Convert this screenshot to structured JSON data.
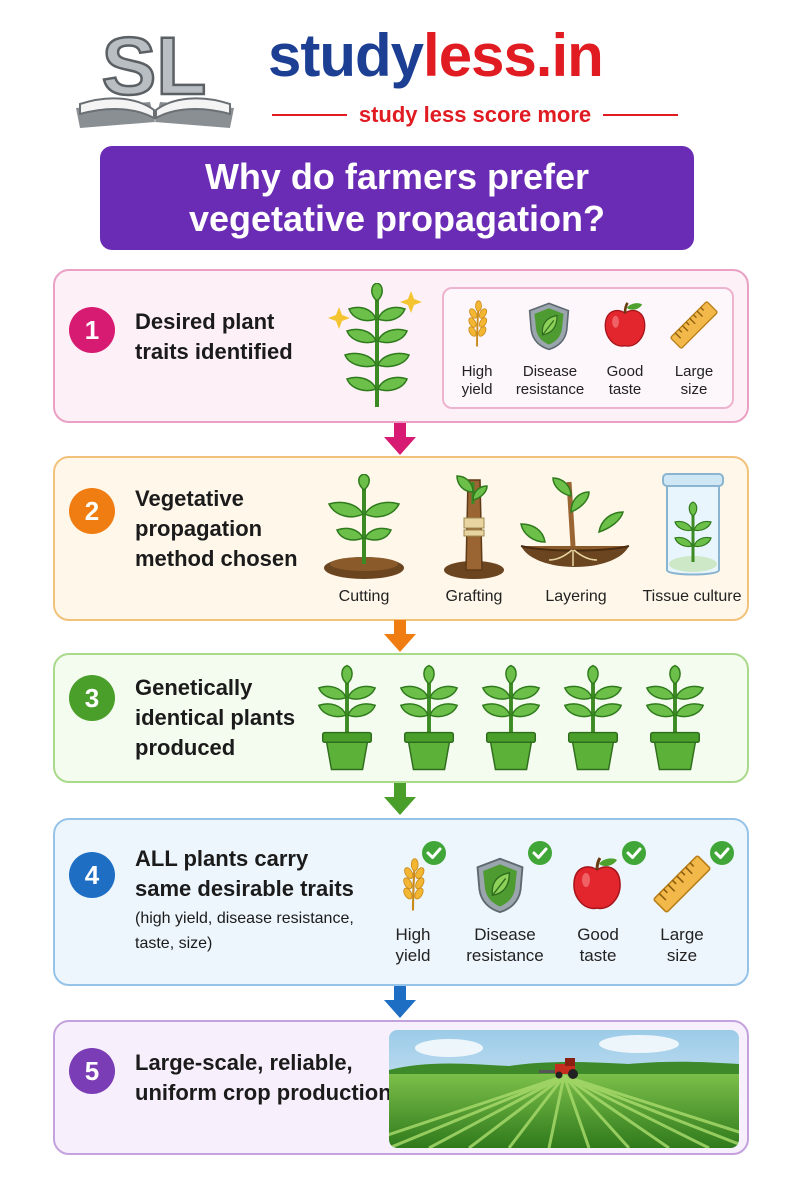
{
  "brand": {
    "logo_letters": "SL",
    "part1": "study",
    "part2": "less.in",
    "tagline": "study less score more"
  },
  "title": {
    "line1": "Why do farmers prefer",
    "line2": "vegetative propagation?"
  },
  "colors": {
    "title_bg": "#6a2bb5",
    "brand_blue": "#1c3f94",
    "brand_red": "#e01b22",
    "step1": "#d81b72",
    "step2": "#f07d12",
    "step3": "#4a9e2a",
    "step4": "#1e6fc4",
    "step5": "#7b3db5"
  },
  "steps": [
    {
      "number": "1",
      "lines": [
        "Desired plant",
        "traits identified"
      ],
      "icons": [
        "sparkle-plant-icon",
        "wheat-icon",
        "shield-leaf-icon",
        "apple-icon",
        "ruler-icon"
      ],
      "traits": [
        {
          "line1": "High",
          "line2": "yield"
        },
        {
          "line1": "Disease",
          "line2": "resistance"
        },
        {
          "line1": "Good",
          "line2": "taste"
        },
        {
          "line1": "Large",
          "line2": "size"
        }
      ]
    },
    {
      "number": "2",
      "lines": [
        "Vegetative",
        "propagation",
        "method chosen"
      ],
      "methods": [
        "Cutting",
        "Grafting",
        "Layering",
        "Tissue culture"
      ]
    },
    {
      "number": "3",
      "lines": [
        "Genetically",
        "identical plants",
        "produced"
      ],
      "potted_plants": 5
    },
    {
      "number": "4",
      "lines": [
        "ALL plants carry",
        "same desirable traits"
      ],
      "note_lines": [
        "(high yield, disease resistance,",
        "taste, size)"
      ],
      "traits": [
        {
          "line1": "High",
          "line2": "yield"
        },
        {
          "line1": "Disease",
          "line2": "resistance"
        },
        {
          "line1": "Good",
          "line2": "taste"
        },
        {
          "line1": "Large",
          "line2": "size"
        }
      ]
    },
    {
      "number": "5",
      "lines": [
        "Large-scale, reliable,",
        "uniform crop production"
      ],
      "image": "crop-field-with-tractor"
    }
  ]
}
